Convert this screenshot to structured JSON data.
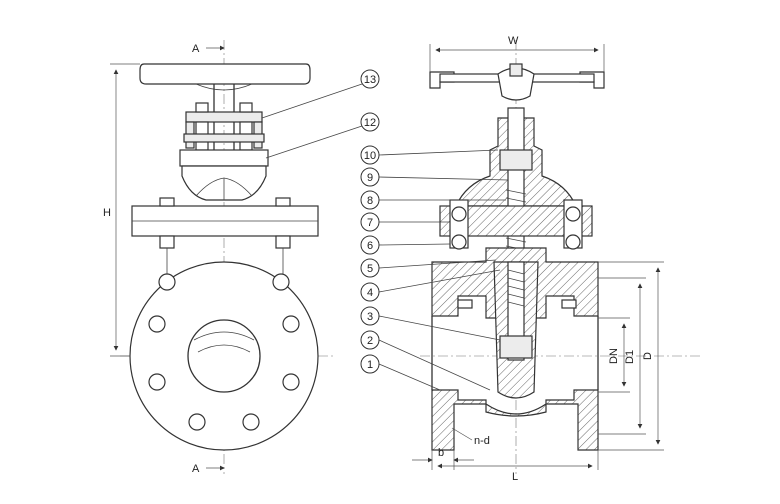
{
  "section_labels": {
    "top": "A",
    "bottom": "A"
  },
  "dimension_labels": {
    "W": "W",
    "H": "H",
    "L": "L",
    "b": "b",
    "n_d": "n-d",
    "DN": "DN",
    "D1": "D1",
    "D": "D"
  },
  "callouts": [
    "1",
    "2",
    "3",
    "4",
    "5",
    "6",
    "7",
    "8",
    "9",
    "10",
    "12",
    "13"
  ]
}
